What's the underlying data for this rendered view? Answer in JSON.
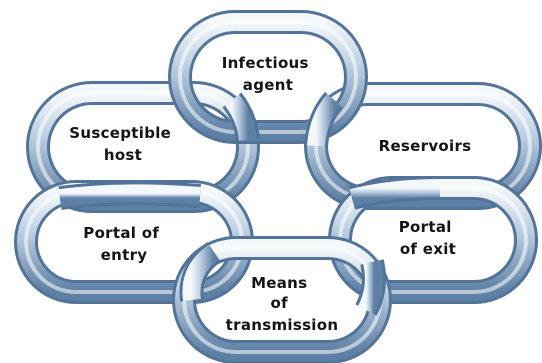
{
  "diagram": {
    "links": [
      {
        "id": "infectious-agent",
        "lines": [
          "Infectious",
          "agent"
        ]
      },
      {
        "id": "reservoirs",
        "lines": [
          "Reservoirs"
        ]
      },
      {
        "id": "portal-of-exit",
        "lines": [
          "Portal",
          "of exit"
        ]
      },
      {
        "id": "means-of-transmission",
        "lines": [
          "Means",
          "of",
          "transmission"
        ]
      },
      {
        "id": "portal-of-entry",
        "lines": [
          "Portal of",
          "entry"
        ]
      },
      {
        "id": "susceptible-host",
        "lines": [
          "Susceptible",
          "host"
        ]
      }
    ],
    "colors": {
      "link_dark": "#5c7fa3",
      "link_mid": "#a9c0d6",
      "link_light": "#f2f6fa",
      "label_text": "#141414"
    }
  }
}
